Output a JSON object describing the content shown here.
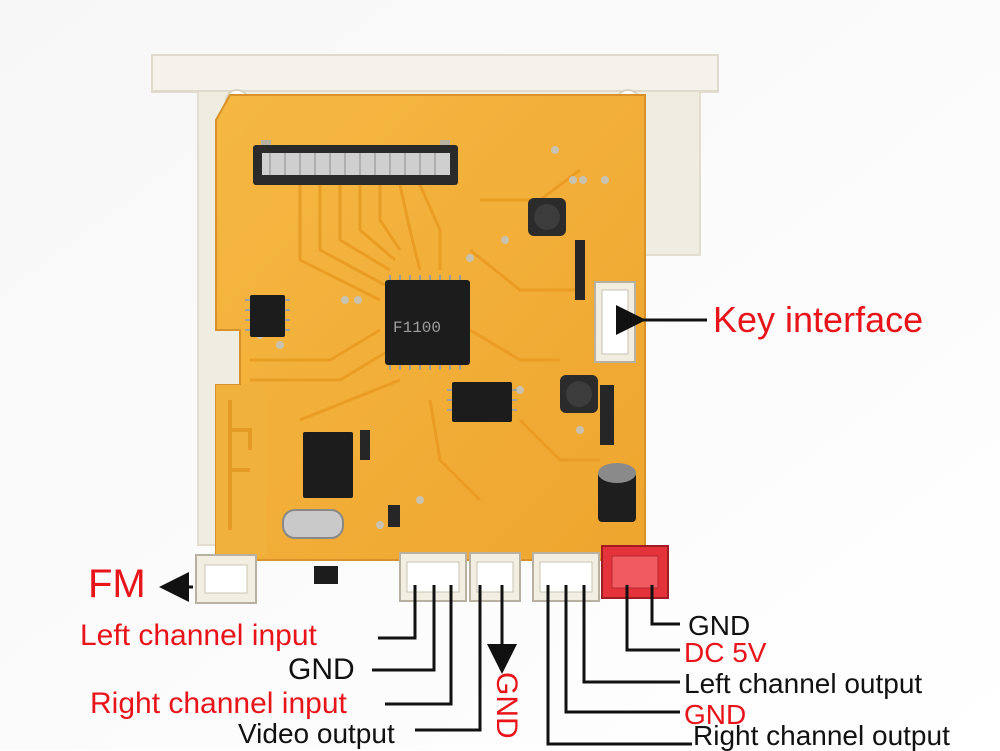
{
  "labels": {
    "key_interface": "Key interface",
    "fm": "FM",
    "left_channel_input": "Left channel input",
    "gnd_input": "GND",
    "right_channel_input": "Right channel input",
    "video_output": "Video output",
    "gnd_vertical": "GND",
    "gnd_power": "GND",
    "dc_5v": "DC 5V",
    "left_channel_output": "Left channel output",
    "gnd_output": "GND",
    "right_channel_output": "Right channel output"
  },
  "chip_marking": "F1100",
  "colors": {
    "red_label": "#e8141a",
    "black_label": "#111111",
    "pcb": "#f2b03a",
    "bracket": "#f3f0e6"
  }
}
